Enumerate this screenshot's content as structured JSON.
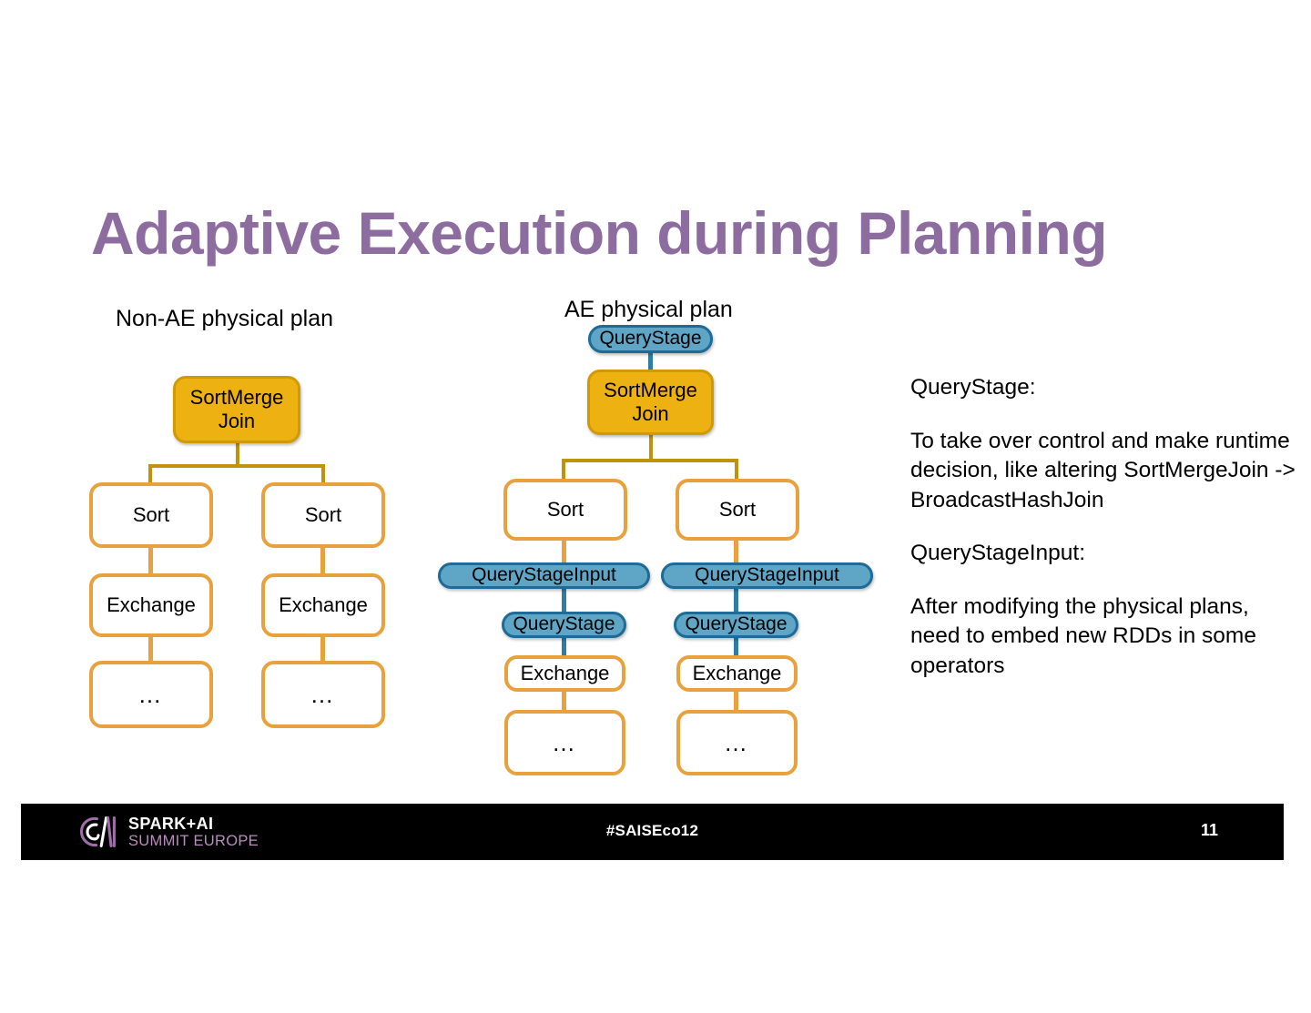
{
  "slide": {
    "title": "Adaptive Execution during Planning",
    "page_number": "11",
    "title_color": "#8D6CA0"
  },
  "colors": {
    "title_purple": "#8D6CA0",
    "node_gold_fill": "#EDB111",
    "node_gold_border": "#D09A05",
    "node_blue_fill": "#5FA6C6",
    "node_blue_border": "#1D6B96",
    "node_plain_border": "#E8A13C",
    "connector_gold": "#C2920A",
    "connector_blue": "#2C7EA8",
    "footer_bg": "#000000",
    "logo_mauve": "#B98EBE"
  },
  "diagrams": {
    "non_ae": {
      "caption": "Non-AE physical plan",
      "nodes": {
        "root": "SortMerge\nJoin",
        "root_line1": "SortMerge",
        "root_line2": "Join",
        "left_sort": "Sort",
        "right_sort": "Sort",
        "left_exchange": "Exchange",
        "right_exchange": "Exchange",
        "left_ellipsis": "…",
        "right_ellipsis": "…"
      }
    },
    "ae": {
      "caption": "AE physical plan",
      "nodes": {
        "top_query_stage": "QueryStage",
        "root_line1": "SortMerge",
        "root_line2": "Join",
        "left_sort": "Sort",
        "right_sort": "Sort",
        "left_query_stage_input": "QueryStageInput",
        "right_query_stage_input": "QueryStageInput",
        "left_query_stage": "QueryStage",
        "right_query_stage": "QueryStage",
        "left_exchange": "Exchange",
        "right_exchange": "Exchange",
        "left_ellipsis": "…",
        "right_ellipsis": "…"
      }
    }
  },
  "notes": {
    "query_stage_heading": "QueryStage:",
    "query_stage_body": "To take over control and make runtime decision, like altering SortMergeJoin -> BroadcastHashJoin",
    "query_stage_input_heading": "QueryStageInput:",
    "query_stage_input_body": "After modifying the physical plans, need to embed new RDDs in some operators"
  },
  "footer": {
    "logo_line1": "SPARK+AI",
    "logo_line2": "SUMMIT EUROPE",
    "hashtag": "#SAISEco12",
    "page_number": "11"
  }
}
